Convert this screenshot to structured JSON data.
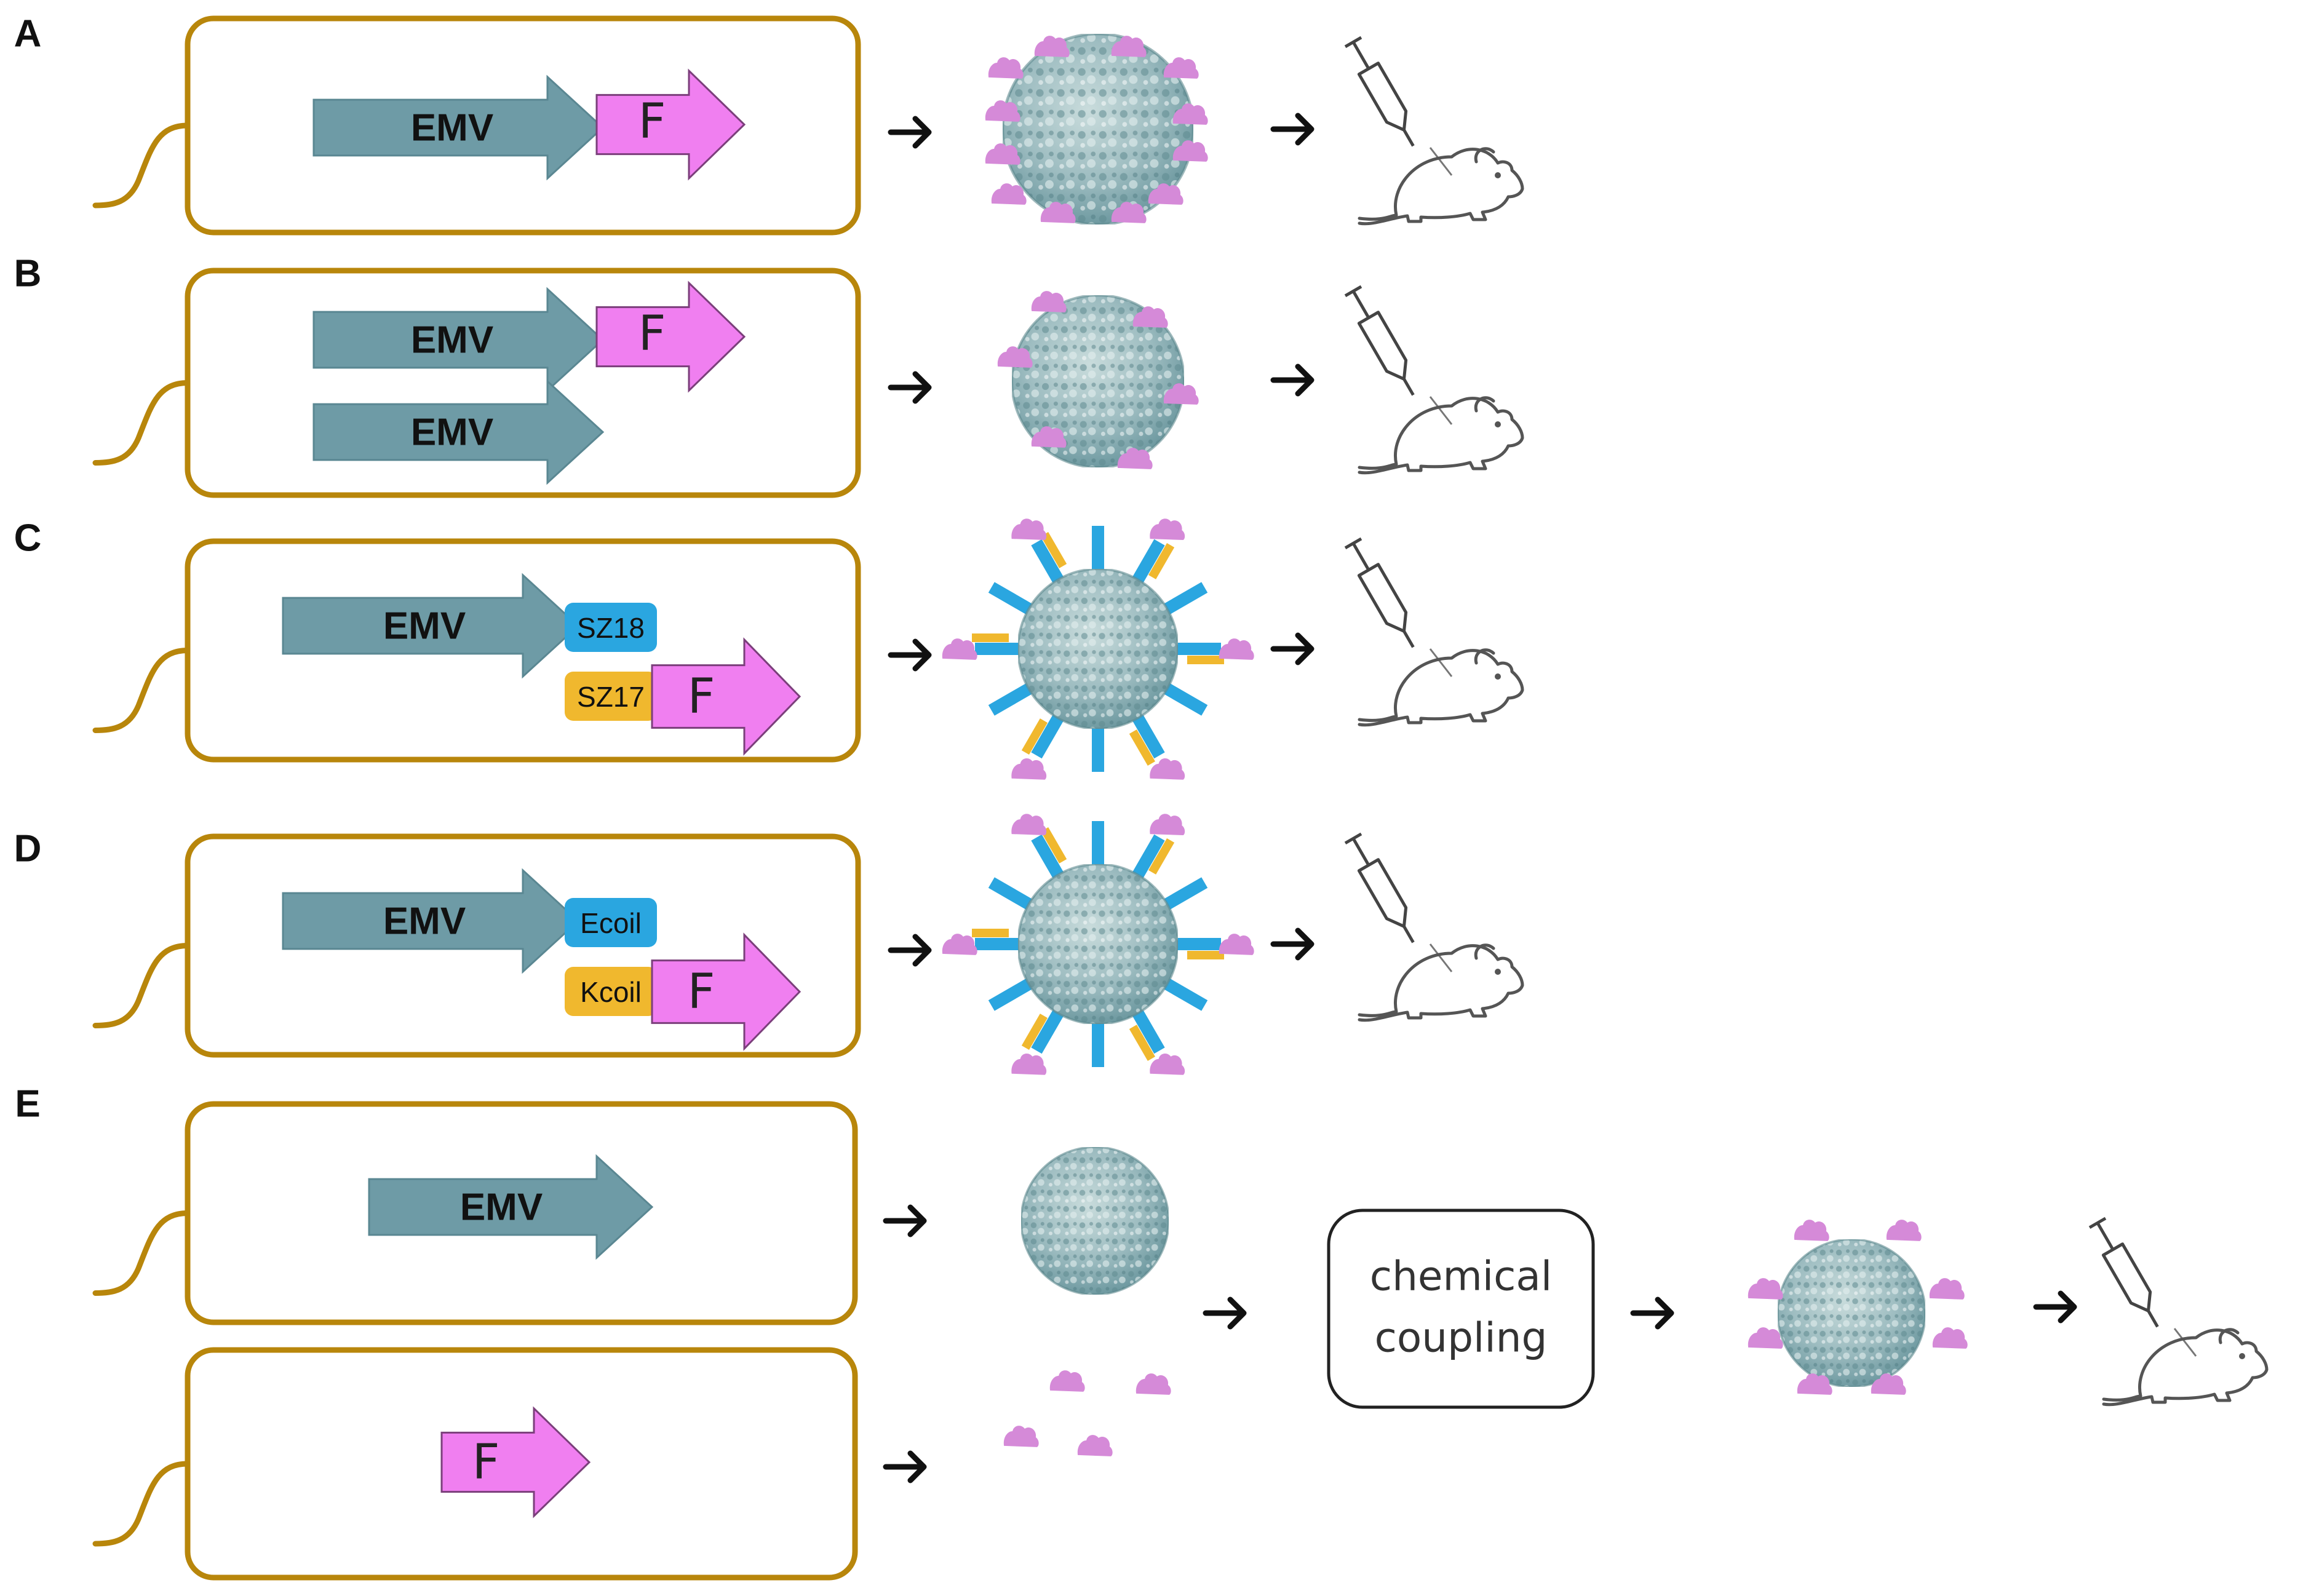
{
  "panels": [
    {
      "letter": "A",
      "genes": {
        "emv": "EMV",
        "f": "F"
      }
    },
    {
      "letter": "B",
      "genes": {
        "emv": "EMV",
        "f": "F",
        "emv2": "EMV"
      }
    },
    {
      "letter": "C",
      "genes": {
        "emv": "EMV",
        "tag1": "SZ18",
        "tag2": "SZ17",
        "f": "F"
      }
    },
    {
      "letter": "D",
      "genes": {
        "emv": "EMV",
        "tag1": "Ecoil",
        "tag2": "Kcoil",
        "f": "F"
      }
    },
    {
      "letter": "E",
      "genes": {
        "emv": "EMV",
        "f": "F"
      },
      "process": {
        "line1": "chemical",
        "line2": "coupling"
      }
    }
  ],
  "colors": {
    "cell_border": "#b8860b",
    "emv_arrow": "#6e9ba6",
    "f_arrow": "#f07ff0",
    "antigen": "#d58ad8",
    "tag_blue": "#2aa6e0",
    "tag_yellow": "#f0b82e",
    "particle": "#8fb3b8"
  },
  "icons": [
    "arrow-right-icon",
    "virus-like-particle-icon",
    "antigen-icon",
    "syringe-icon",
    "mouse-icon"
  ]
}
